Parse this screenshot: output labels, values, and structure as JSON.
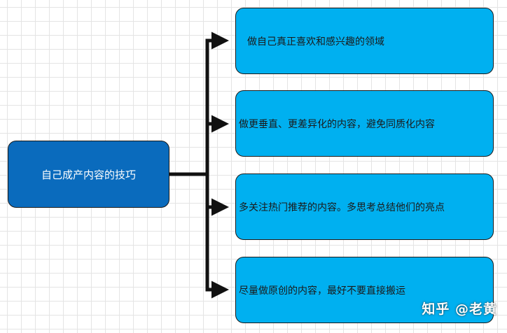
{
  "diagram": {
    "root": {
      "label": "自己成产内容的技巧"
    },
    "branches": [
      {
        "label": "做自己真正喜欢和感兴趣的领域"
      },
      {
        "label": "做更垂直、更差异化的内容，避免同质化内容"
      },
      {
        "label": "多关注热门推荐的内容。多思考总结他们的亮点"
      },
      {
        "label": "尽量做原创的内容，最好不要直接搬运"
      }
    ]
  },
  "colors": {
    "root_fill": "#0a6bbd",
    "branch_fill": "#00b0f0",
    "connector": "#111111",
    "grid": "#e4e4e4"
  },
  "watermark": {
    "text": "知乎 @老黄"
  }
}
